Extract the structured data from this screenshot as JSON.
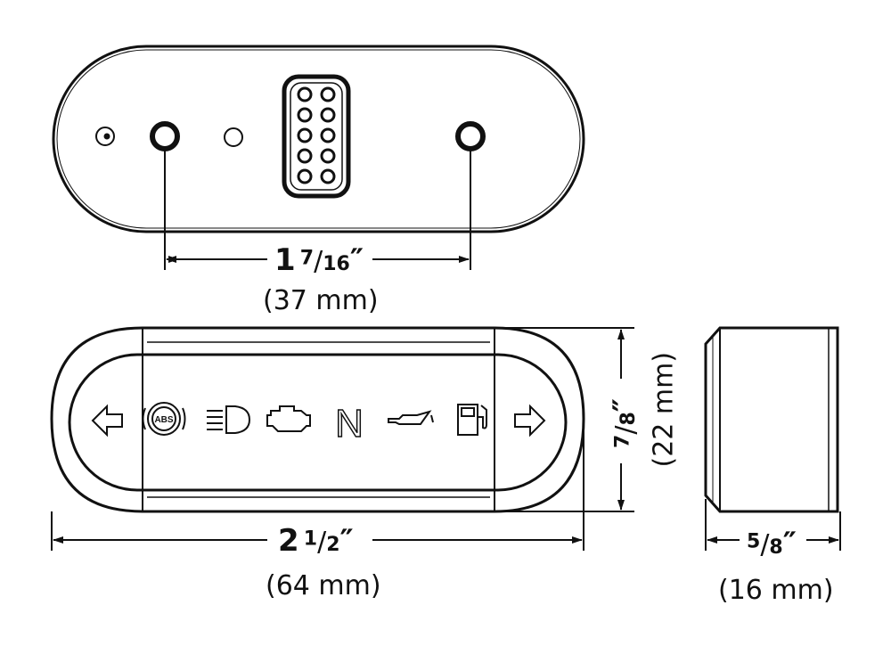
{
  "colors": {
    "line": "#111111",
    "background": "#ffffff"
  },
  "dimensions": {
    "mount_spacing": {
      "whole": "1",
      "num": "7",
      "den": "16",
      "inch_mark": "″",
      "metric": "(37 mm)"
    },
    "length": {
      "whole": "2",
      "num": "1",
      "den": "2",
      "inch_mark": "″",
      "metric": "(64 mm)"
    },
    "height": {
      "num": "7",
      "den": "8",
      "inch_mark": "″",
      "metric": "(22 mm)"
    },
    "depth": {
      "num": "5",
      "den": "8",
      "inch_mark": "″",
      "metric": "(16 mm)"
    }
  },
  "front_icons": [
    "left-arrow-icon",
    "abs-icon",
    "high-beam-icon",
    "engine-icon",
    "neutral-n-icon",
    "oil-pressure-icon",
    "fuel-icon",
    "right-arrow-icon"
  ],
  "abs_text": "ABS",
  "neutral_text": "N"
}
